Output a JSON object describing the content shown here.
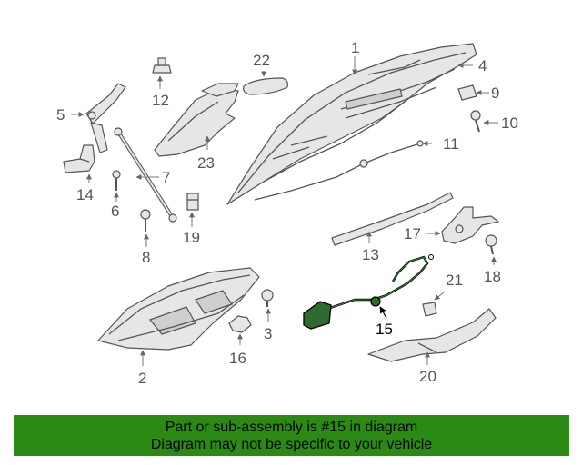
{
  "diagram": {
    "callouts": {
      "c1": "1",
      "c2": "2",
      "c3": "3",
      "c4": "4",
      "c5": "5",
      "c6": "6",
      "c7": "7",
      "c8": "8",
      "c9": "9",
      "c10": "10",
      "c11": "11",
      "c12": "12",
      "c13": "13",
      "c14": "14",
      "c15": "15",
      "c16": "16",
      "c17": "17",
      "c18": "18",
      "c19": "19",
      "c20": "20",
      "c21": "21",
      "c22": "22",
      "c23": "23"
    },
    "highlighted_part": "15",
    "highlight_color": "#2f6b2f"
  },
  "banner": {
    "line1": "Part or sub-assembly is #15 in diagram",
    "line2": "Diagram may not be specific to your vehicle",
    "background": "#2a8a14"
  }
}
